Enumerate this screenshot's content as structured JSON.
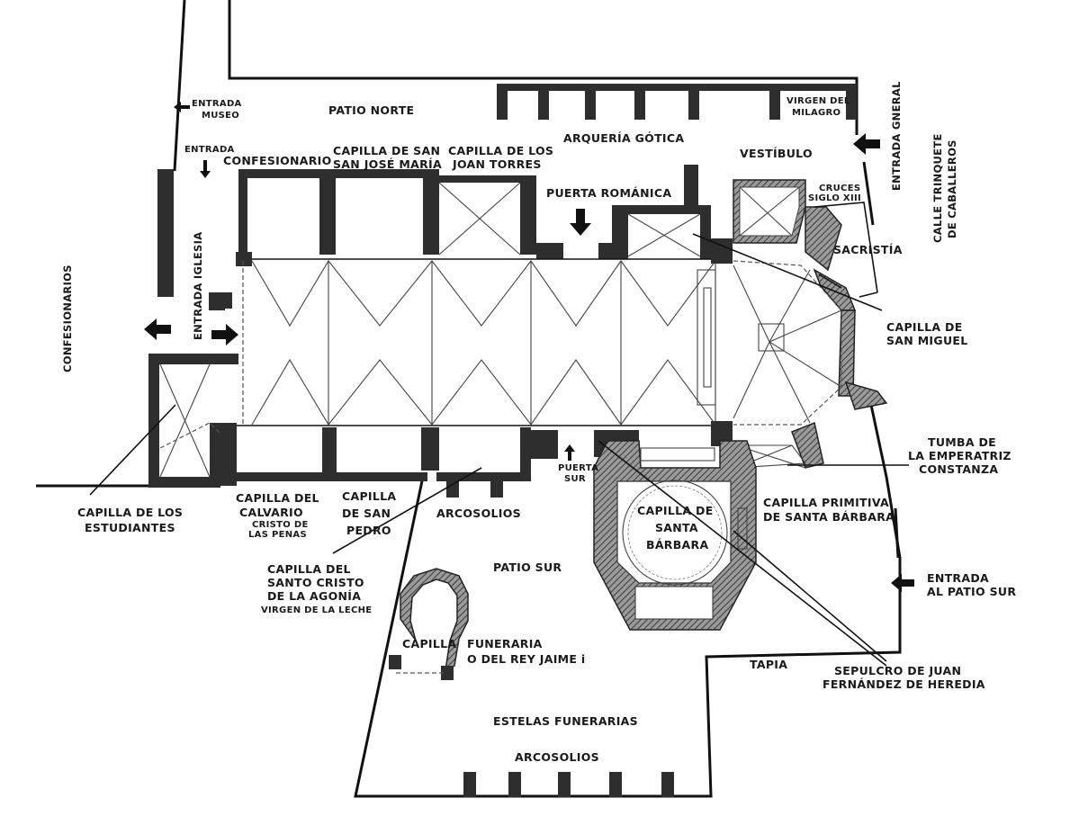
{
  "labels": {
    "entrada_museo": [
      "ENTRADA",
      "MUSEO"
    ],
    "patio_norte": "PATIO NORTE",
    "virgen_milagro": [
      "VIRGEN DEL",
      "MILAGRO"
    ],
    "arqueria_gotica": "ARQUERÍA GÓTICA",
    "entrada_gneral": "ENTRADA GNERAL",
    "calle_trinquete": [
      "CALLE TRINQUETE",
      "DE CABALLEROS"
    ],
    "entrada": "ENTRADA",
    "confesionario": "CONFESIONARIO",
    "capilla_san_jose": [
      "CAPILLA DE SAN",
      "SAN JOSÉ MARÍA"
    ],
    "capilla_joan_torres": [
      "CAPILLA DE LOS",
      "JOAN TORRES"
    ],
    "vestibulo": "VESTÍBULO",
    "cruces": [
      "CRUCES",
      "SIGLO XIII"
    ],
    "puerta_romanica": "PUERTA ROMÁNICA",
    "sacristia": "SACRISTÍA",
    "entrada_iglesia": "ENTRADA IGLESIA",
    "confesionarios": "CONFESIONARIOS",
    "capilla_san_miguel": [
      "CAPILLA DE",
      "SAN MIGUEL"
    ],
    "tumba_constanza": [
      "TUMBA DE",
      "LA EMPERATRIZ",
      "CONSTANZA"
    ],
    "puerta_sur": [
      "PUERTA",
      "SUR"
    ],
    "capilla_estudiantes": [
      "CAPILLA DE LOS",
      "ESTUDIANTES"
    ],
    "capilla_calvario": [
      "CAPILLA DEL",
      "CALVARIO"
    ],
    "cristo_penas": [
      "CRISTO DE",
      "LAS PENAS"
    ],
    "capilla_san_pedro": [
      "CAPILLA",
      "DE SAN",
      "PEDRO"
    ],
    "arcosolios_1": "ARCOSOLIOS",
    "capilla_santa_barbara": [
      "CAPILLA DE",
      "SANTA",
      "BÁRBARA"
    ],
    "capilla_primitiva": [
      "CAPILLA PRIMITIVA",
      "DE SANTA BÁRBARA"
    ],
    "capilla_santo_cristo": [
      "CAPILLA DEL",
      "SANTO CRISTO",
      "DE LA AGONÍA"
    ],
    "virgen_leche": "VIRGEN DE LA LECHE",
    "patio_sur": "PATIO SUR",
    "entrada_patio_sur": [
      "ENTRADA",
      "AL PATIO SUR"
    ],
    "capilla": "CAPILLA",
    "funeraria": [
      "FUNERARIA",
      "O DEL REY JAIME i"
    ],
    "tapia": "TAPIA",
    "sepulcro_heredia": [
      "SEPULCRO DE JUAN",
      "FERNÁNDEZ DE HEREDIA"
    ],
    "estelas_funerarias": "ESTELAS FUNERARIAS",
    "arcosolios_2": "ARCOSOLIOS"
  },
  "colors": {
    "ink": "#1a1a1a",
    "wall": "#2e2e2e",
    "paper": "#ffffff"
  }
}
